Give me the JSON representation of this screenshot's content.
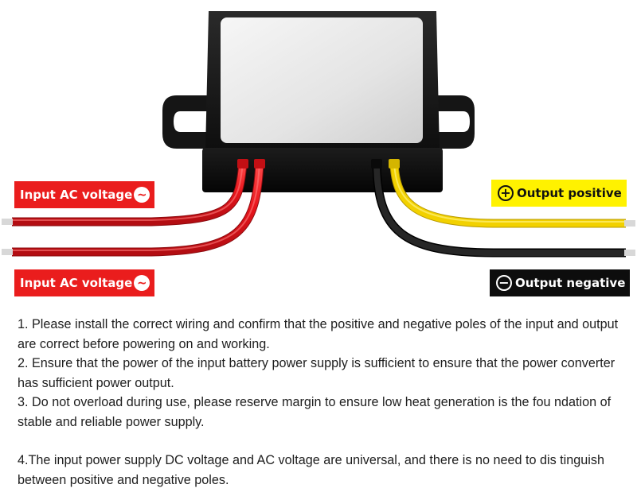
{
  "labels": {
    "input_top": {
      "text": "Input AC voltage",
      "symbol": "~"
    },
    "input_bottom": {
      "text": "Input AC voltage",
      "symbol": "~"
    },
    "output_positive": {
      "text": "Output positive",
      "symbol": "+"
    },
    "output_negative": {
      "text": "Output negative",
      "symbol": "−"
    }
  },
  "instructions": {
    "item1": "1. Please install the correct wiring and confirm that the positive and negative poles of the input and output are correct before powering on and working.",
    "item2": "2. Ensure that the power of the input battery power supply is sufficient to ensure that the power converter has sufficient power output.",
    "item3": "3. Do not overload during use, please reserve margin to ensure low heat generation is the fou ndation of stable and reliable power supply.",
    "item4": "4.The input power supply DC voltage and AC voltage are universal, and there is no need to dis tinguish between positive and negative poles."
  },
  "colors": {
    "input_label_bg": "#ea1d1d",
    "output_positive_bg": "#fff200",
    "output_negative_bg": "#0d0d0d",
    "wire_red": "#e8141b",
    "wire_yellow": "#f2d100",
    "wire_black": "#1a1a1a"
  }
}
